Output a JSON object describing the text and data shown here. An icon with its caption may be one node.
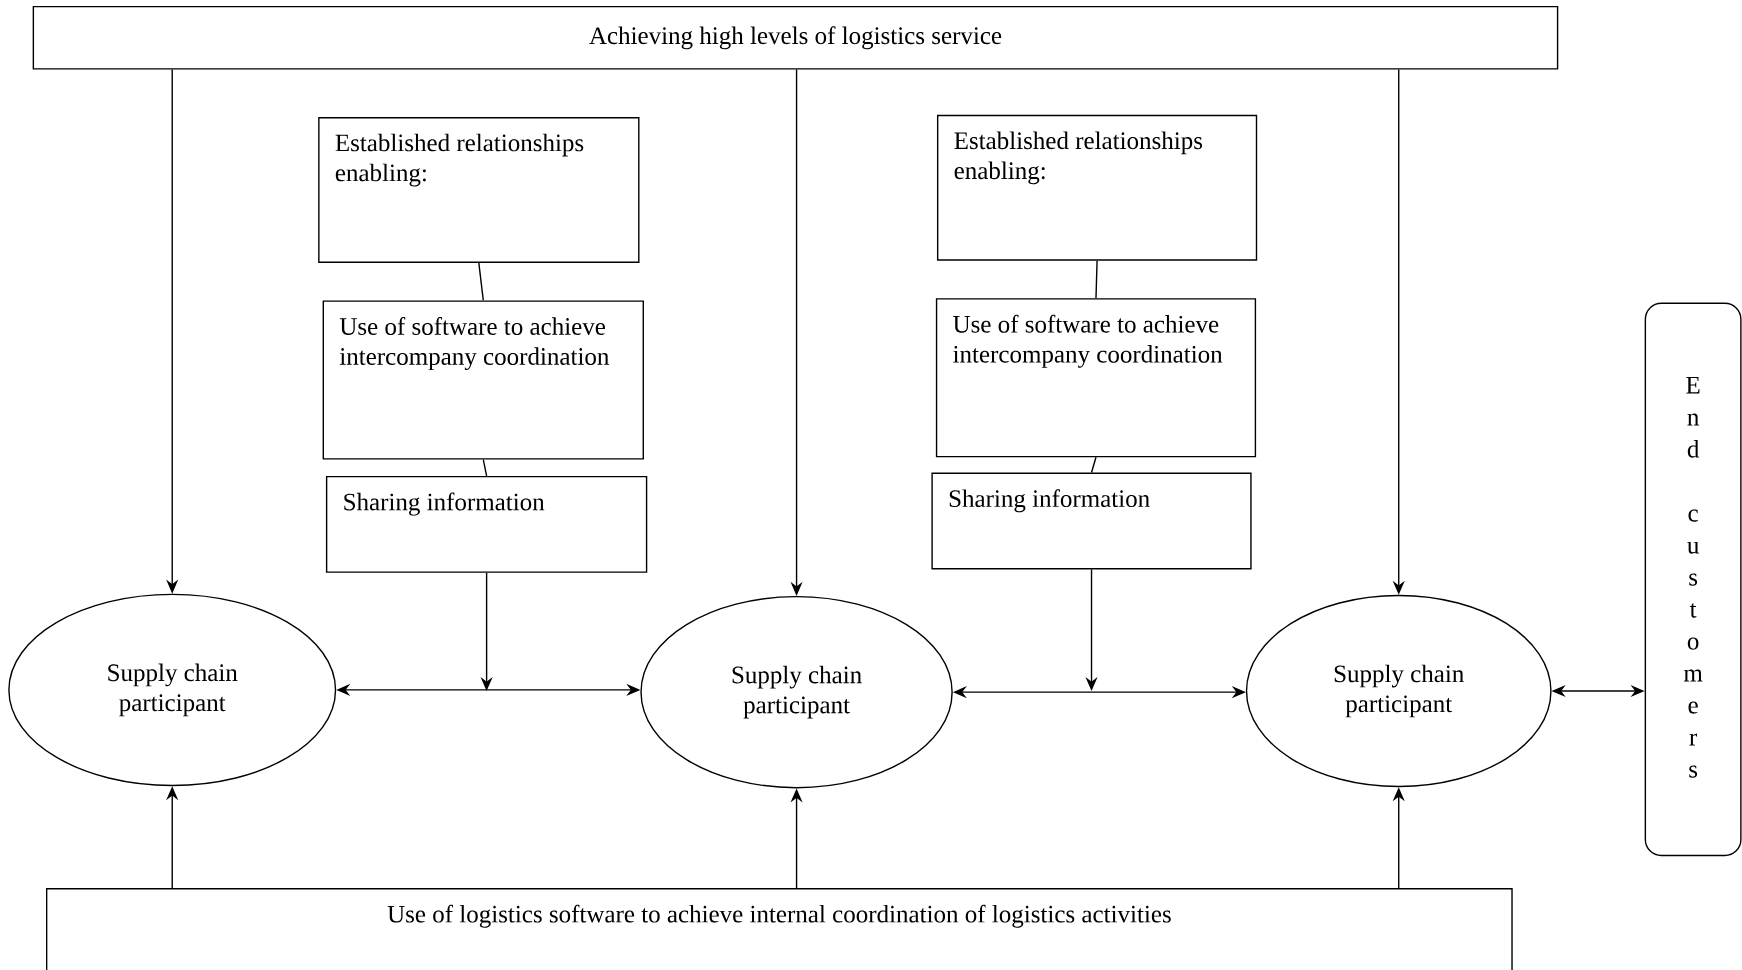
{
  "diagram": {
    "nodes": [
      {
        "text": [
          "Achieving high levels of logistics service"
        ]
      },
      {
        "text": [
          "Established relationships enabling:"
        ]
      },
      {
        "text": [
          "Use of software to achieve intercompany coordination"
        ]
      },
      {
        "text": [
          "Sharing information"
        ]
      },
      {
        "text": [
          "Established relationships enabling:"
        ]
      },
      {
        "text": [
          "Use of software to achieve intercompany coordination"
        ]
      },
      {
        "text": [
          "Sharing information"
        ]
      },
      {
        "text": [
          "Supply chain participant"
        ]
      },
      {
        "text": [
          "Supply chain participant"
        ]
      },
      {
        "text": [
          "Supply chain participant"
        ]
      },
      {
        "text": [
          "End customers"
        ]
      },
      {
        "text": [
          "Use of logistics software to achieve internal coordination of logistics activities"
        ]
      }
    ],
    "edges": [
      {
        "from": 0,
        "to": 7,
        "arrow": "to"
      },
      {
        "from": 0,
        "to": 8,
        "arrow": "to"
      },
      {
        "from": 0,
        "to": 9,
        "arrow": "to"
      },
      {
        "from": 1,
        "to": 2,
        "arrow": "none"
      },
      {
        "from": 2,
        "to": 3,
        "arrow": "none"
      },
      {
        "from": 4,
        "to": 5,
        "arrow": "none"
      },
      {
        "from": 5,
        "to": 6,
        "arrow": "none"
      },
      {
        "from": 7,
        "to": 8,
        "arrow": "both"
      },
      {
        "from": 3,
        "to": null,
        "arrow": "to"
      },
      {
        "from": 8,
        "to": 9,
        "arrow": "both"
      },
      {
        "from": 6,
        "to": null,
        "arrow": "to"
      },
      {
        "from": 9,
        "to": 10,
        "arrow": "both"
      },
      {
        "from": 11,
        "to": 7,
        "arrow": "to"
      },
      {
        "from": 11,
        "to": 8,
        "arrow": "to"
      },
      {
        "from": 11,
        "to": 9,
        "arrow": "to"
      }
    ]
  }
}
